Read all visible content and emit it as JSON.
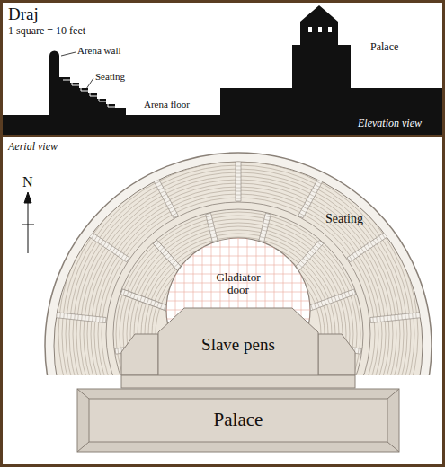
{
  "diagram": {
    "title": "Draj",
    "nodes": [
      {
        "text": [
          "Slave pens"
        ]
      },
      {
        "text": [
          "Palace"
        ]
      }
    ],
    "labels": [
      "1 square = 10 feet",
      "Arena wall",
      "Seating",
      "Arena floor",
      "Palace",
      "Elevation view",
      "Aerial view",
      "N",
      "Seating",
      "Gladiator door"
    ]
  }
}
